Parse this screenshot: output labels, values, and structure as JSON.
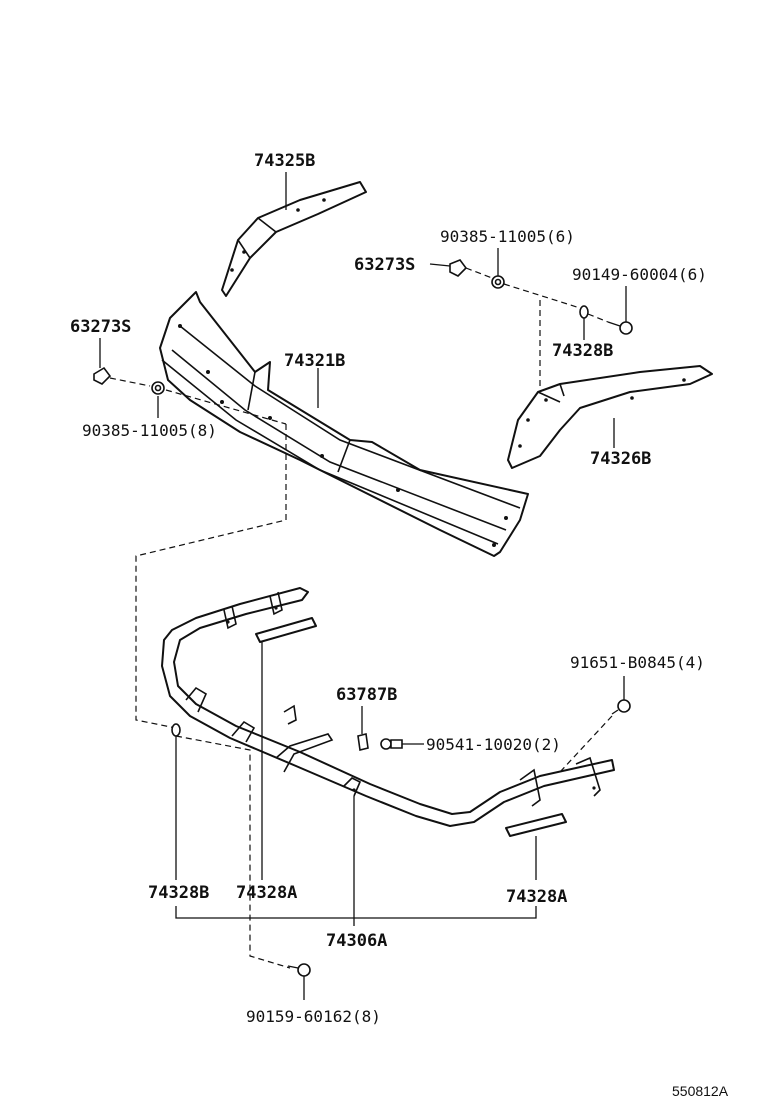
{
  "labels": {
    "garnish_upper_left": "74325B",
    "clip_right": "63273S",
    "nut_right": "90385-11005(6)",
    "screw_right": "90149-60004(6)",
    "clip_left": "63273S",
    "garnish_main": "74321B",
    "retainer_upper": "74328B",
    "nut_left": "90385-11005(8)",
    "garnish_right": "74326B",
    "bolt_right": "91651-B0845(4)",
    "clip_center": "63787B",
    "nut_center": "90541-10020(2)",
    "retainer_lower_left": "74328B",
    "retainer_lower_mid": "74328A",
    "retainer_lower_right": "74328A",
    "bracket_frame": "74306A",
    "bolt_bottom": "90159-60162(8)",
    "diagram_ref": "550812A"
  }
}
